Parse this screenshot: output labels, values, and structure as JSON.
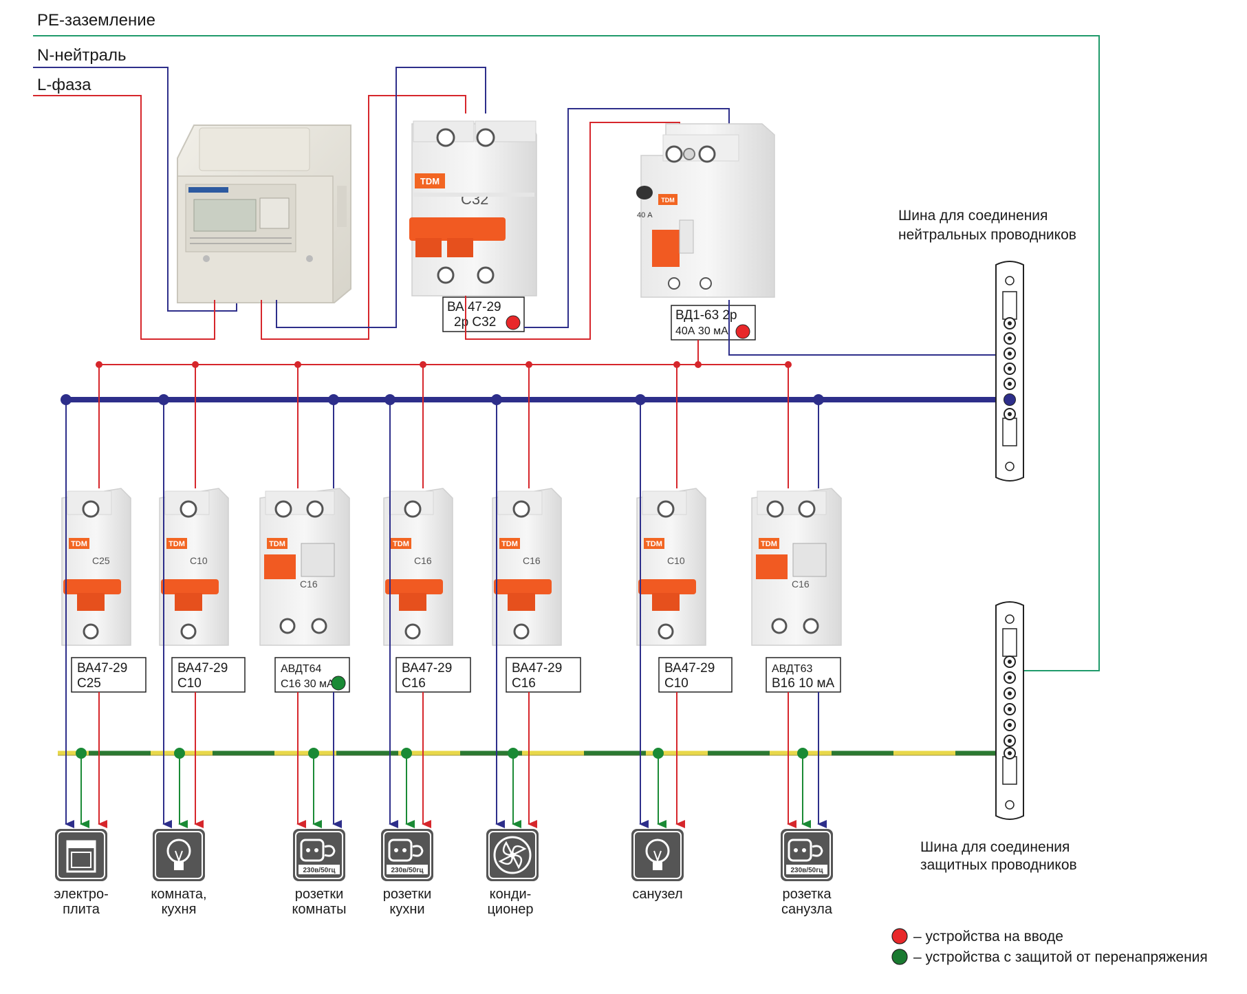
{
  "wires": {
    "pe": "PE-заземление",
    "n": "N-нейтраль",
    "l": "L-фаза"
  },
  "devices": {
    "meter": {
      "name": "electricity-meter"
    },
    "main_breaker": {
      "brand": "TDM",
      "rating": "C32",
      "line1": "ВА 47-29",
      "line2": "2р С32",
      "dot": "red"
    },
    "main_rcd": {
      "brand": "TDM",
      "rating": "40 А",
      "line1": "ВД1-63 2р",
      "line2": "40А 30 мА",
      "dot": "red"
    }
  },
  "bus_labels": {
    "neutral": [
      "Шина для соединения",
      "нейтральных проводников"
    ],
    "protective": [
      "Шина для соединения",
      "защитных проводников"
    ]
  },
  "branches": [
    {
      "id": "b1",
      "type": "mcb",
      "face": "C25",
      "line1": "ВА47-29",
      "line2": "С25",
      "dot": null,
      "icon": "stove-icon",
      "load": [
        "электро-",
        "плита"
      ]
    },
    {
      "id": "b2",
      "type": "mcb",
      "face": "C10",
      "line1": "ВА47-29",
      "line2": "С10",
      "dot": null,
      "icon": "light-bulb-icon",
      "load": [
        "комната,",
        "кухня"
      ]
    },
    {
      "id": "b3",
      "type": "rcbo",
      "face": "C16",
      "line1": "АВДТ64",
      "line2": "С16 30 мА",
      "dot": "green",
      "icon": "socket-icon",
      "load": [
        "розетки",
        "комнаты"
      ]
    },
    {
      "id": "b4",
      "type": "mcb",
      "face": "C16",
      "line1": "ВА47-29",
      "line2": "С16",
      "dot": null,
      "icon": "socket-icon",
      "load": [
        "розетки",
        "кухни"
      ]
    },
    {
      "id": "b5",
      "type": "mcb",
      "face": "C16",
      "line1": "ВА47-29",
      "line2": "С16",
      "dot": null,
      "icon": "fan-icon",
      "load": [
        "конди-",
        "ционер"
      ]
    },
    {
      "id": "b6",
      "type": "mcb",
      "face": "C10",
      "line1": "ВА47-29",
      "line2": "С10",
      "dot": null,
      "icon": "light-bulb-icon",
      "load": [
        "санузел"
      ]
    },
    {
      "id": "b7",
      "type": "rcbo",
      "face": "C16",
      "line1": "АВДТ63",
      "line2": "В16 10 мА",
      "dot": null,
      "icon": "socket-icon",
      "load": [
        "розетка",
        "санузла"
      ]
    }
  ],
  "socket_rating": "230в/50гц",
  "legend": [
    {
      "color": "#e8282a",
      "text": "– устройства на вводе"
    },
    {
      "color": "#1a7a30",
      "text": "– устройства с защитой от перенапряжения"
    }
  ],
  "colors": {
    "phase": "#d6262b",
    "neutral": "#2d2e8a",
    "pe": "#1f9a6a",
    "pe_bus_yellow": "#e8d84a",
    "pe_bus_green": "#2b7a32",
    "brand_orange": "#f26522",
    "dot_red": "#e8282a",
    "dot_green": "#1a8a35"
  }
}
